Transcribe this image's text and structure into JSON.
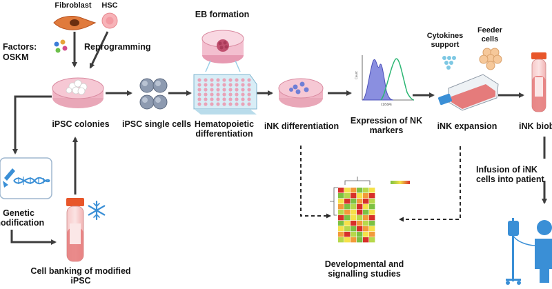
{
  "labels": {
    "fibroblast": "Fibroblast",
    "hsc": "HSC",
    "factors": "Factors:",
    "oskm": "OSKM",
    "reprogramming": "Reprogramming",
    "ipsc_colonies": "iPSC colonies",
    "ipsc_single_cells": "iPSC single cells",
    "eb_formation": "EB formation",
    "hematopoietic_line1": "Hematopoietic",
    "hematopoietic_line2": "differentiation",
    "ink_differentiation": "iNK differentiation",
    "expression_line1": "Expression of NK",
    "expression_line2": "markers",
    "cytokines_line1": "Cytokines",
    "cytokines_line2": "support",
    "feeder_line1": "Feeder",
    "feeder_line2": "cells",
    "ink_expansion": "iNK expansion",
    "ink_biobank": "iNK biob",
    "infusion_line1": "Infusion of iNK",
    "infusion_line2": "cells into patient",
    "genetic_line1": "Genetic",
    "genetic_line2": "modification",
    "banking_line1": "Cell banking of modified",
    "banking_line2": "iPSC",
    "developmental_line1": "Developmental and",
    "developmental_line2": "signalling studies"
  },
  "colors": {
    "arrow": "#3d3d3d",
    "dish_pink": "#f4b6c7",
    "blue_icon": "#3a8fd6",
    "tube_cap": "#e8562a",
    "tube_body": "#e57b7b",
    "heat_red": "#d7302a",
    "heat_green": "#7cc142",
    "heat_yellow": "#f5e14a"
  },
  "icons": {
    "fibroblast": "fibroblast-cell-icon",
    "hsc": "hsc-cell-icon",
    "factors": "factor-dots-icon",
    "colonies": "petri-dish-icon",
    "single_cells": "single-cells-icon",
    "eb": "eb-dish-icon",
    "plate": "well-plate-icon",
    "ink_dish": "ink-dish-icon",
    "flow": "flow-cytometry-histogram",
    "cytokines": "cytokine-dots-icon",
    "feeder": "feeder-cells-icon",
    "flask": "culture-flask-icon",
    "biobank_tube": "biobank-tube-icon",
    "dna": "dna-icon",
    "banking_tube": "cryo-tube-icon",
    "snowflake": "snowflake-icon",
    "heatmap": "heatmap-icon",
    "patient": "patient-iv-icon"
  }
}
